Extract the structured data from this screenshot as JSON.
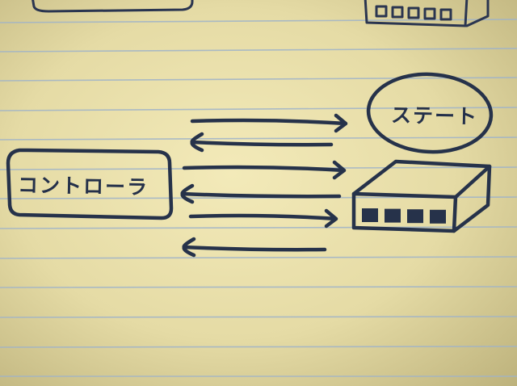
{
  "diagram": {
    "controller_label": "コントローラ",
    "state_label": "ステート",
    "switch_port_count": 4,
    "message_arrows": [
      {
        "direction": "right"
      },
      {
        "direction": "left"
      },
      {
        "direction": "right"
      },
      {
        "direction": "left"
      },
      {
        "direction": "right"
      },
      {
        "direction": "left"
      }
    ]
  },
  "colors": {
    "paper": "#efe6b2",
    "ink": "#26324a",
    "rule_lines": "#9fb3c9"
  }
}
